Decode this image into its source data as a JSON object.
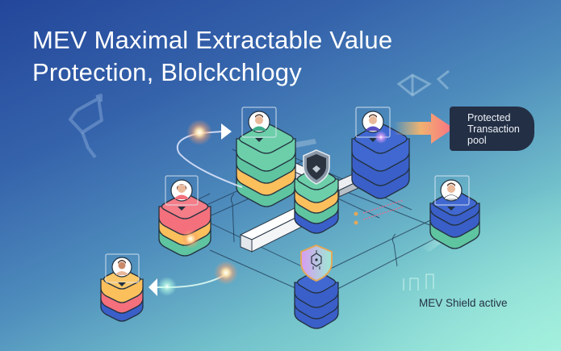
{
  "header": {
    "title_line1": "MEV Maximal Extractable Value",
    "title_line2": "Protection, Blolckchlogy"
  },
  "callout": {
    "line1": "Protected",
    "line2": "Transaction",
    "line3": "pool"
  },
  "status": {
    "label": "MEV Shield active"
  },
  "colors": {
    "background_top": "#23469a",
    "background_bottom": "#9aeadb",
    "node_green": "#5fc4a0",
    "node_yellow": "#fbbf5c",
    "node_blue": "#3a5fc8",
    "node_pink": "#f3707c",
    "callout_bg": "#232f45",
    "arrow_start": "#f7c46a",
    "arrow_end": "#fb6f82"
  },
  "nodes": [
    {
      "id": "top-left-node",
      "layers": [
        "green",
        "yellow",
        "green"
      ],
      "avatar": "user-avatar"
    },
    {
      "id": "top-right-node",
      "layers": [
        "blue",
        "blue",
        "blue"
      ],
      "avatar": "user-avatar"
    },
    {
      "id": "center-node",
      "layers": [
        "green",
        "yellow",
        "blue"
      ],
      "badge": "shield-icon"
    },
    {
      "id": "left-node",
      "layers": [
        "pink",
        "yellow",
        "green"
      ],
      "avatar": "user-avatar"
    },
    {
      "id": "right-node",
      "layers": [
        "blue",
        "blue",
        "green"
      ],
      "avatar": "user-avatar"
    },
    {
      "id": "bottom-left-node",
      "layers": [
        "yellow",
        "pink",
        "blue"
      ],
      "avatar": "user-avatar"
    },
    {
      "id": "bottom-center-node",
      "layers": [
        "blue",
        "blue",
        "blue"
      ],
      "badge": "robot-shield-icon"
    }
  ]
}
